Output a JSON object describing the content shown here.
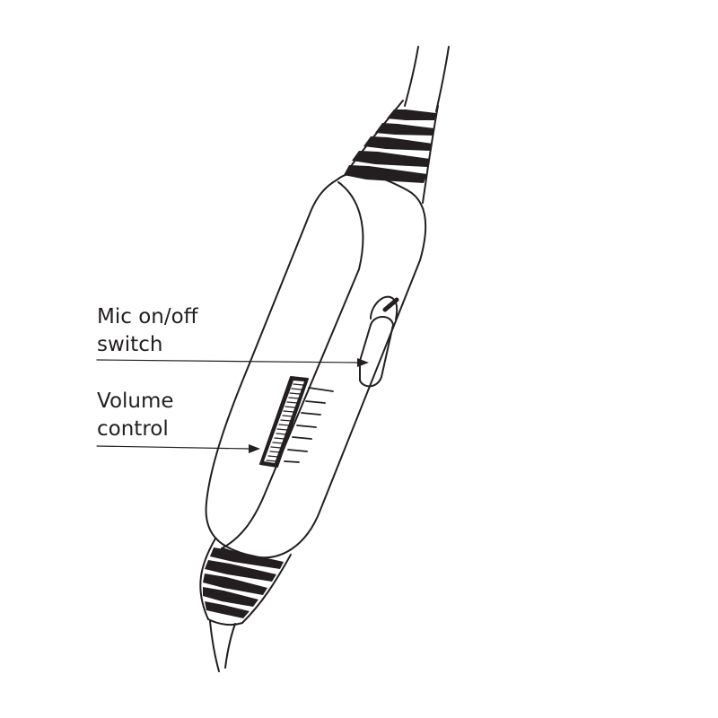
{
  "callouts": {
    "mic_switch": {
      "line1": "Mic on/off",
      "line2": "switch"
    },
    "volume_control": {
      "line1": "Volume",
      "line2": "control"
    }
  },
  "colors": {
    "ink": "#231f20",
    "background": "#ffffff"
  }
}
